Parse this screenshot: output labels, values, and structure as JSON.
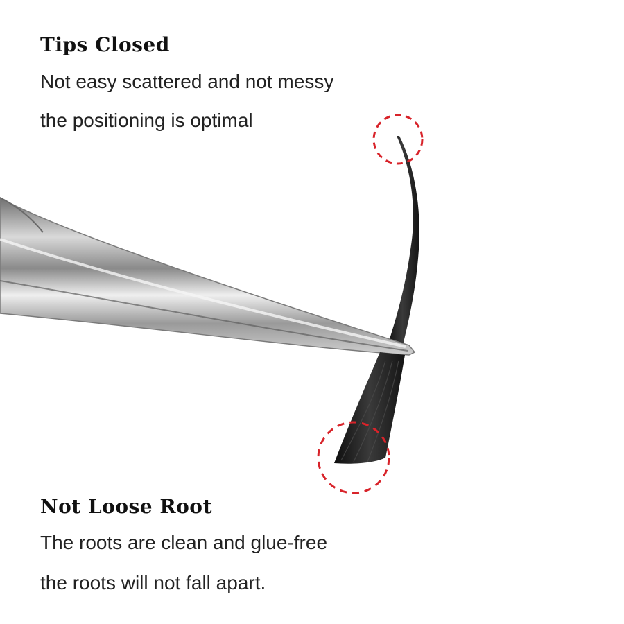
{
  "colors": {
    "background": "#ffffff",
    "heading_text": "#111111",
    "body_text": "#222222",
    "highlight_circle": "#d8232a",
    "lash": "#1a1a1a"
  },
  "tips_section": {
    "heading": "Tips Closed",
    "lines": [
      "Not easy scattered and not messy",
      "the positioning is optimal"
    ]
  },
  "root_section": {
    "heading": "Not Loose Root",
    "lines": [
      "The roots are clean and glue-free",
      "the roots will not fall apart."
    ]
  }
}
